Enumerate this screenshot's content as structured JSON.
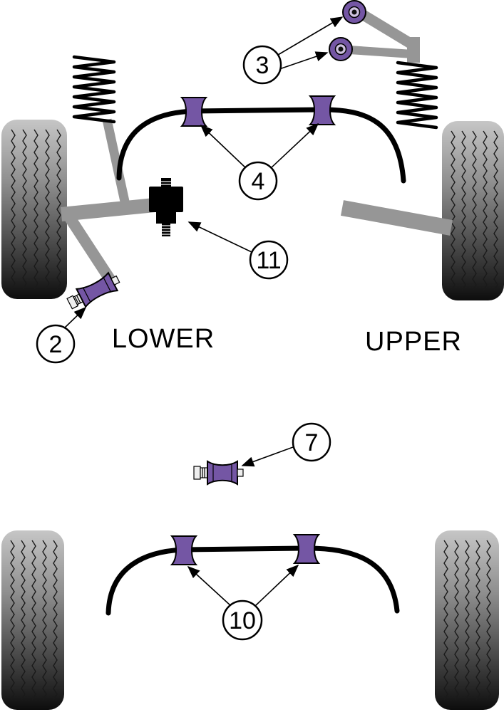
{
  "diagram": {
    "section_labels": {
      "lower": "LOWER",
      "upper": "UPPER"
    },
    "callouts": {
      "tie_bar_bushes": "3",
      "front_arb_bushes": "4",
      "engine_mount": "11",
      "lower_arm_bush": "2",
      "rear_mount_bush": "7",
      "rear_arb_bushes": "10"
    },
    "colors": {
      "bush_purple": "#7456a4",
      "metal_gray": "#969696",
      "outline_black": "#000000",
      "background": "#ffffff"
    }
  }
}
